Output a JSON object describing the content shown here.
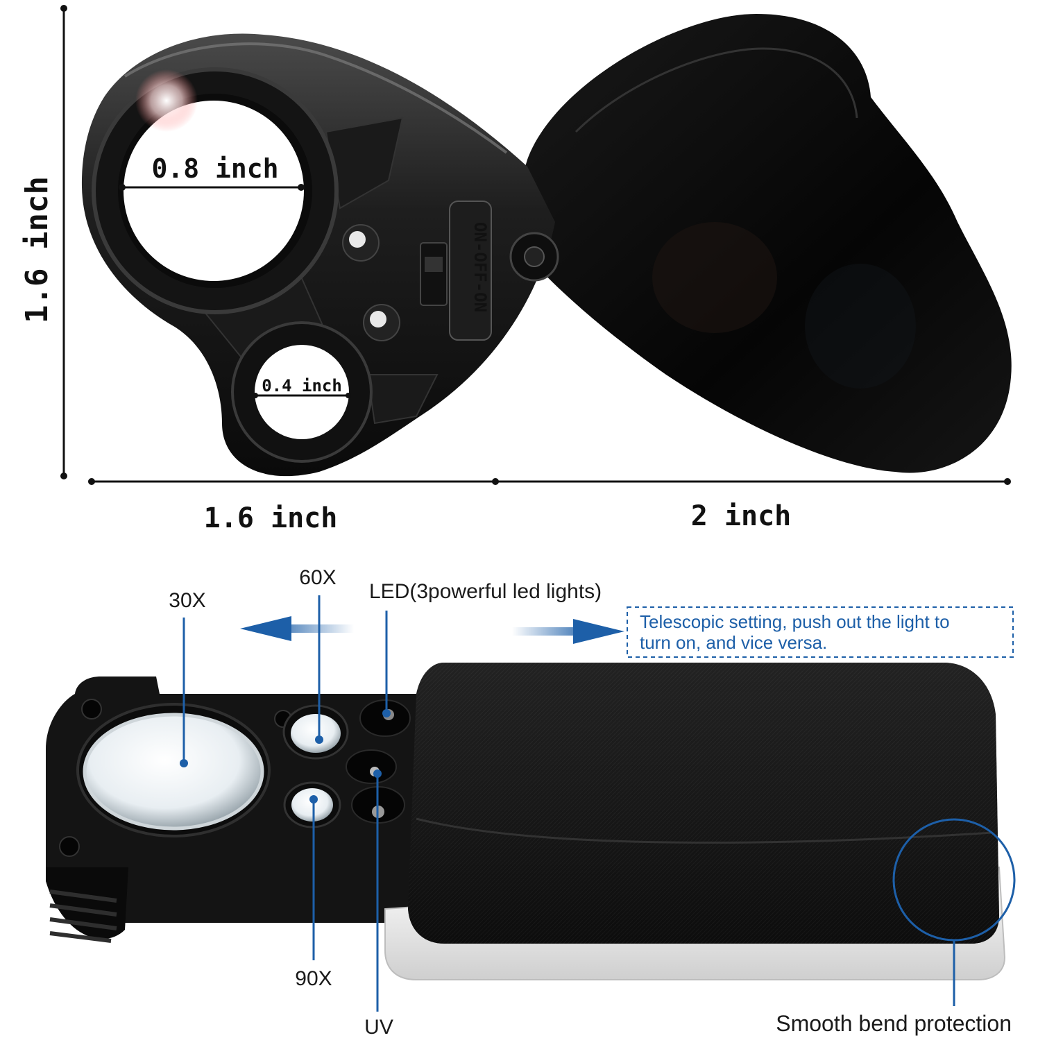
{
  "top_figure": {
    "height_label": "1.6 inch",
    "big_lens_label": "0.8 inch",
    "small_lens_label": "0.4 inch",
    "switch_label": "ON-OFF-ON",
    "width_left_label": "1.6 inch",
    "width_right_label": "2 inch"
  },
  "bottom_figure": {
    "label_30x": "30X",
    "label_60x": "60X",
    "label_90x": "90X",
    "label_uv": "UV",
    "label_led": "LED(3powerful led lights)",
    "telescopic_line1": "Telescopic setting, push out the light to",
    "telescopic_line2": "turn on, and vice versa.",
    "label_smooth": "Smooth bend protection"
  },
  "colors": {
    "accent_blue": "#1d5fa8",
    "body_black": "#111111"
  }
}
